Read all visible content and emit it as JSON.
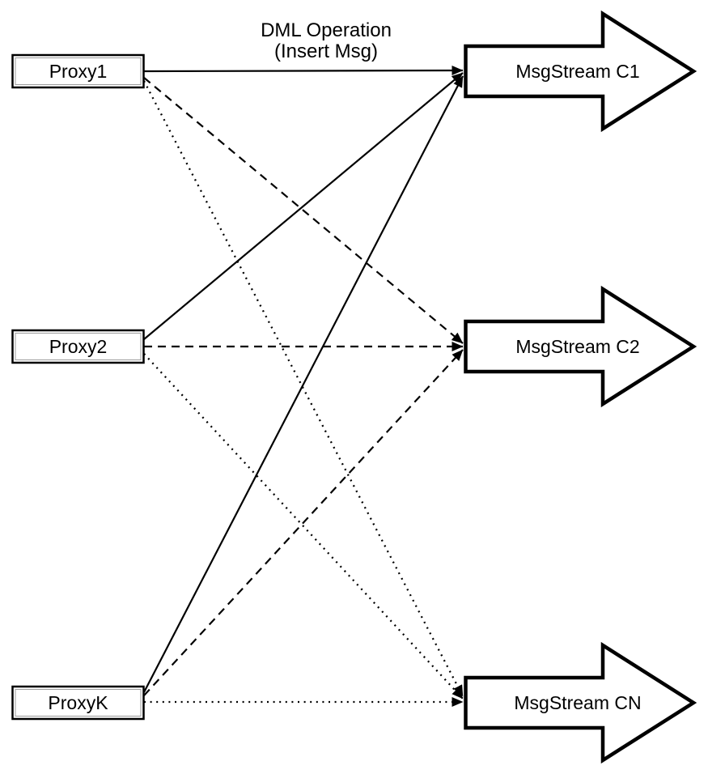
{
  "diagram": {
    "title": {
      "line1": "DML Operation",
      "line2": "(Insert Msg)"
    },
    "proxies": [
      {
        "label": "Proxy1"
      },
      {
        "label": "Proxy2"
      },
      {
        "label": "ProxyK"
      }
    ],
    "streams": [
      {
        "label": "MsgStream C1"
      },
      {
        "label": "MsgStream C2"
      },
      {
        "label": "MsgStream CN"
      }
    ],
    "edges": [
      {
        "from": "Proxy1",
        "to": "MsgStream C1",
        "line_style": "solid"
      },
      {
        "from": "Proxy1",
        "to": "MsgStream C2",
        "line_style": "dashed"
      },
      {
        "from": "Proxy1",
        "to": "MsgStream CN",
        "line_style": "dotted"
      },
      {
        "from": "Proxy2",
        "to": "MsgStream C1",
        "line_style": "solid"
      },
      {
        "from": "Proxy2",
        "to": "MsgStream C2",
        "line_style": "dashed"
      },
      {
        "from": "Proxy2",
        "to": "MsgStream CN",
        "line_style": "dotted"
      },
      {
        "from": "ProxyK",
        "to": "MsgStream C1",
        "line_style": "solid"
      },
      {
        "from": "ProxyK",
        "to": "MsgStream C2",
        "line_style": "dashed"
      },
      {
        "from": "ProxyK",
        "to": "MsgStream CN",
        "line_style": "dotted"
      }
    ],
    "colors": {
      "stroke": "#000000",
      "fill": "#ffffff",
      "background": "#ffffff"
    }
  }
}
